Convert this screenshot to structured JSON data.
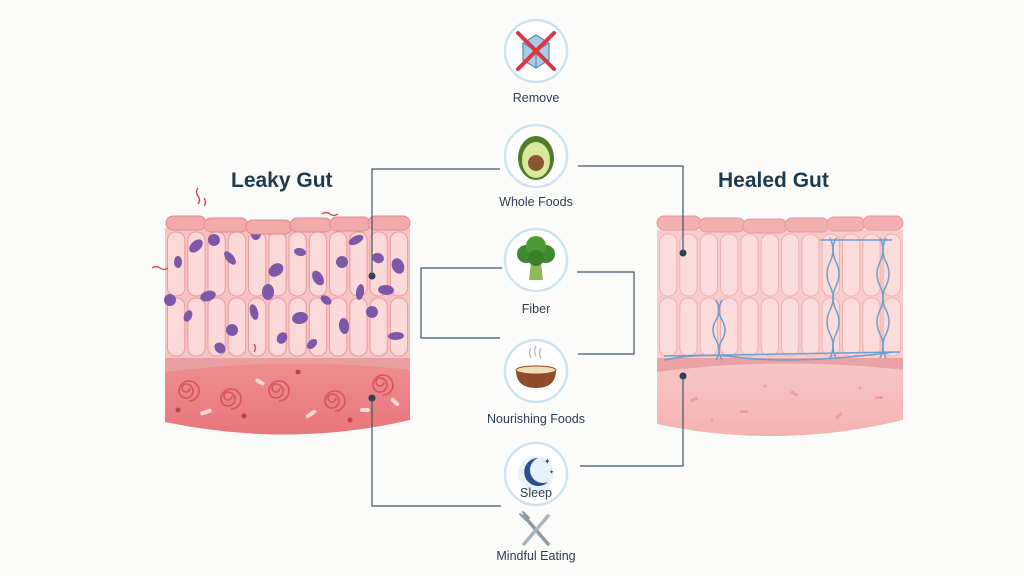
{
  "titles": {
    "leaky": "Leaky Gut",
    "healed": "Healed Gut"
  },
  "steps": [
    {
      "label": "Remove",
      "icon": "no-processed-food-icon"
    },
    {
      "label": "Whole Foods",
      "icon": "avocado-icon"
    },
    {
      "label": "Fiber",
      "icon": "broccoli-icon"
    },
    {
      "label": "Nourishing Foods",
      "icon": "soup-bowl-icon"
    },
    {
      "label": "Sleep",
      "icon": "moon-stars-icon"
    },
    {
      "label": "Mindful Eating",
      "icon": "fork-knife-icon"
    }
  ],
  "colors": {
    "title": "#1e3a4c",
    "connector": "#3d5566",
    "tissue_leaky": "#f0a0a3",
    "tissue_healed": "#f6bcbc",
    "bacteria": "#7d58a8",
    "tight_junction": "#6e9fcf",
    "icon_ring": "#cfe3ee"
  }
}
